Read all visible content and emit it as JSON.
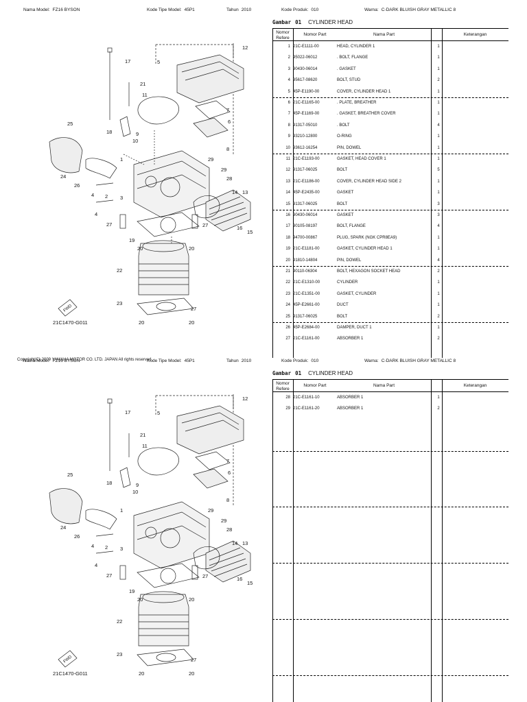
{
  "header": {
    "nama_model_label": "Nama Model:",
    "nama_model": "FZ16 BYSON",
    "kode_tipe_label": "Kode Tipe Model:",
    "kode_tipe": "45P1",
    "tahun_label": "Tahun",
    "tahun": "2010",
    "kode_produk_label": "Kode Produk:",
    "kode_produk": "010",
    "warna_label": "Warna:",
    "warna": "C-DARK BLUISH GRAY METALLIC 8"
  },
  "section": {
    "label": "Gambar",
    "number": "01",
    "title": "CYLINDER HEAD"
  },
  "columns": {
    "nomor_refere": "Nomor\nRefere",
    "nomor_part": "Nomor Part",
    "nama_part": "Nama Part",
    "keterangan": "Keterangan"
  },
  "diagram": {
    "code": "21C1470-G011",
    "fwd": "FWD"
  },
  "copyright": "Copyright(C) 2009 YAMAHA MOTOR CO. LTD. JAPAN All rights reserved",
  "page1_rows": [
    {
      "no": "1",
      "part": "21C-E1111-00",
      "name": "HEAD, CYLINDER 1",
      "qty": "1"
    },
    {
      "no": "2",
      "part": "95022-06012",
      "name": ". BOLT, FLANGE",
      "qty": "1"
    },
    {
      "no": "3",
      "part": "90430-06014",
      "name": ". GASKET",
      "qty": "1"
    },
    {
      "no": "4",
      "part": "95617-08620",
      "name": "BOLT, STUD",
      "qty": "2"
    },
    {
      "no": "5",
      "part": "45P-E1190-00",
      "name": "COVER, CYLINDER HEAD 1",
      "qty": "1"
    },
    {
      "no": "6",
      "part": "21C-E1165-00",
      "name": ". PLATE, BREATHER",
      "qty": "1"
    },
    {
      "no": "7",
      "part": "45P-E1169-00",
      "name": ". GASKET, BREATHER COVER",
      "qty": "1"
    },
    {
      "no": "8",
      "part": "91317-05010",
      "name": ". BOLT",
      "qty": "4"
    },
    {
      "no": "9",
      "part": "93210-12800",
      "name": "O-RING",
      "qty": "1"
    },
    {
      "no": "10",
      "part": "93612-16254",
      "name": "PIN, DOWEL",
      "qty": "1"
    },
    {
      "no": "11",
      "part": "21C-E1193-00",
      "name": "GASKET, HEAD COVER 1",
      "qty": "1"
    },
    {
      "no": "12",
      "part": "91317-06025",
      "name": "BOLT",
      "qty": "5"
    },
    {
      "no": "13",
      "part": "21C-E1186-00",
      "name": "COVER, CYLINDER HEAD SIDE 2",
      "qty": "1"
    },
    {
      "no": "14",
      "part": "45P-E2435-00",
      "name": "GASKET",
      "qty": "1"
    },
    {
      "no": "15",
      "part": "91317-06025",
      "name": "BOLT",
      "qty": "3"
    },
    {
      "no": "16",
      "part": "90430-06014",
      "name": "GASKET",
      "qty": "3"
    },
    {
      "no": "17",
      "part": "90105-08197",
      "name": "BOLT, FLANGE",
      "qty": "4"
    },
    {
      "no": "18",
      "part": "94700-00867",
      "name": "PLUG, SPARK (NGK CPR8EA9)",
      "qty": "1"
    },
    {
      "no": "19",
      "part": "21C-E1181-00",
      "name": "GASKET, CYLINDER HEAD 1",
      "qty": "1"
    },
    {
      "no": "20",
      "part": "91810-14804",
      "name": "PIN, DOWEL",
      "qty": "4"
    },
    {
      "no": "21",
      "part": "90110-06304",
      "name": "BOLT, HEXAGON SOCKET HEAD",
      "qty": "2"
    },
    {
      "no": "22",
      "part": "21C-E1310-00",
      "name": "CYLINDER",
      "qty": "1"
    },
    {
      "no": "23",
      "part": "21C-E1351-00",
      "name": "GASKET, CYLINDER",
      "qty": "1"
    },
    {
      "no": "24",
      "part": "45P-E2661-00",
      "name": "DUCT",
      "qty": "1"
    },
    {
      "no": "25",
      "part": "91317-06025",
      "name": "BOLT",
      "qty": "2"
    },
    {
      "no": "26",
      "part": "45P-E2684-00",
      "name": "DAMPER, DUCT 1",
      "qty": "1"
    },
    {
      "no": "27",
      "part": "21C-E1161-00",
      "name": "ABSORBER 1",
      "qty": "2"
    }
  ],
  "page2_rows": [
    {
      "no": "28",
      "part": "21C-E1161-10",
      "name": "ABSORBER 1",
      "qty": "1"
    },
    {
      "no": "29",
      "part": "21C-E1161-20",
      "name": "ABSORBER 1",
      "qty": "2"
    }
  ]
}
